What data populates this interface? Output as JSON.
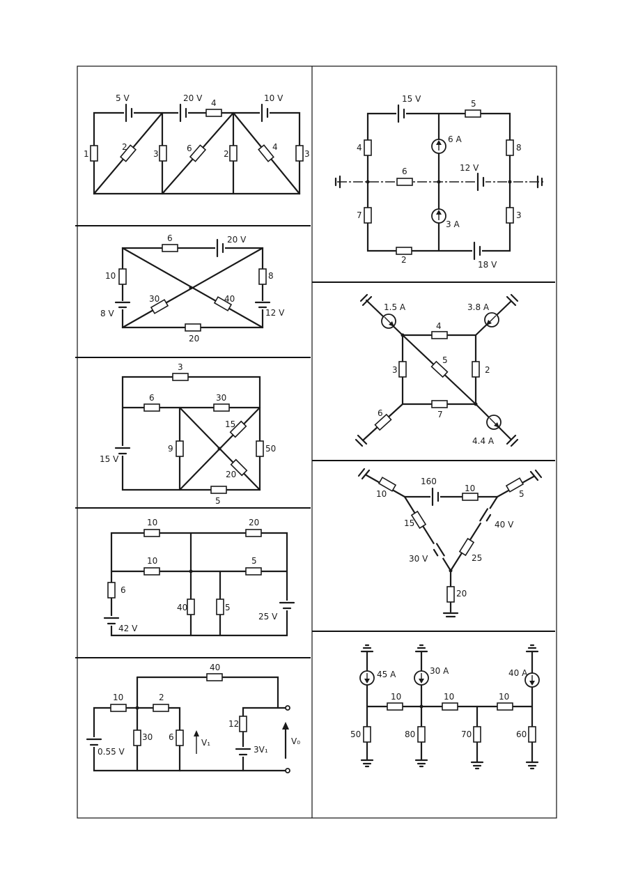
{
  "panels": {
    "p1": {
      "sources": [
        "5 V",
        "20 V",
        "10 V"
      ],
      "resistors": [
        "1",
        "2",
        "3",
        "4",
        "6",
        "2",
        "4",
        "3"
      ]
    },
    "p2": {
      "sources": [
        "20 V",
        "8 V",
        "12 V"
      ],
      "resistors": [
        "6",
        "10",
        "8",
        "30",
        "40",
        "20"
      ]
    },
    "p3": {
      "sources": [
        "15 V"
      ],
      "resistors": [
        "3",
        "6",
        "30",
        "15",
        "9",
        "50",
        "20",
        "5"
      ]
    },
    "p4": {
      "sources": [
        "42 V",
        "25 V"
      ],
      "resistors": [
        "10",
        "20",
        "10",
        "5",
        "6",
        "40",
        "5"
      ]
    },
    "p5": {
      "sources": [
        "0.55 V",
        "3V₁"
      ],
      "resistors": [
        "40",
        "10",
        "2",
        "12",
        "30",
        "6"
      ],
      "labels": [
        "V₁",
        "V₀"
      ]
    },
    "p6": {
      "sources": [
        "15 V",
        "6 A",
        "12 V",
        "3 A",
        "18 V"
      ],
      "resistors": [
        "5",
        "4",
        "8",
        "6",
        "7",
        "3",
        "2"
      ]
    },
    "p7": {
      "sources": [
        "1.5 A",
        "3.8 A",
        "4.4 A"
      ],
      "resistors": [
        "4",
        "3",
        "5",
        "2",
        "7",
        "6"
      ]
    },
    "p8": {
      "sources": [
        "160",
        "40 V",
        "30 V"
      ],
      "resistors": [
        "10",
        "10",
        "5",
        "15",
        "25",
        "20"
      ]
    },
    "p9": {
      "sources": [
        "45 A",
        "30 A",
        "40 A"
      ],
      "resistors": [
        "10",
        "10",
        "10",
        "50",
        "80",
        "70",
        "60"
      ]
    }
  }
}
